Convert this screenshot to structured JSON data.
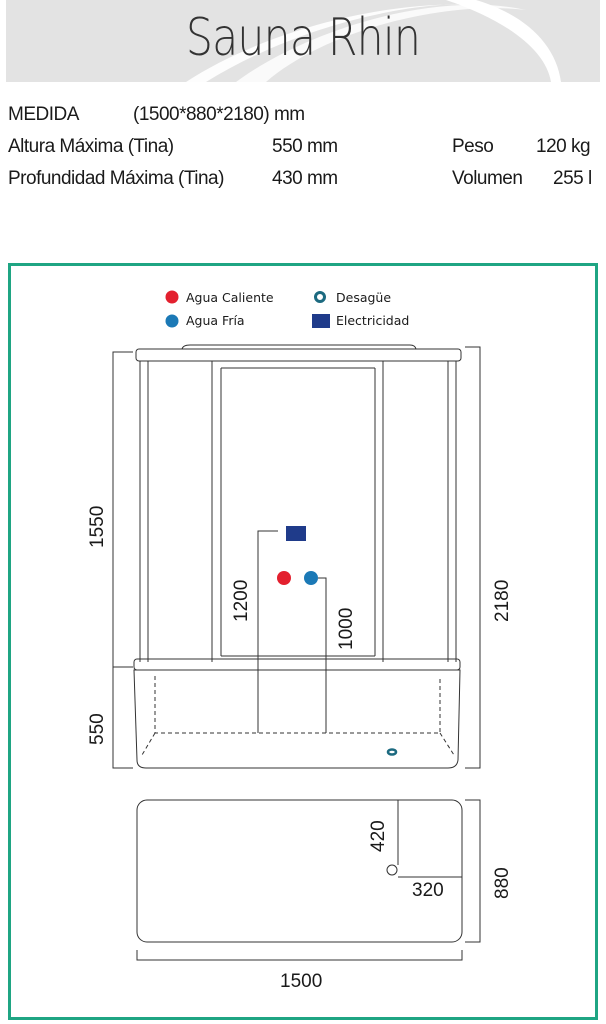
{
  "header": {
    "title": "Sauna Rhin"
  },
  "specs": {
    "medida_label": "MEDIDA",
    "medida_value": "(1500*880*2180) mm",
    "altura_label": "Altura Máxima (Tina)",
    "altura_value": "550 mm",
    "profundidad_label": "Profundidad Máxima (Tina)",
    "profundidad_value": "430 mm",
    "peso_label": "Peso",
    "peso_value": "120 kg",
    "volumen_label": "Volumen",
    "volumen_value": "255 l"
  },
  "legend": {
    "hot": "Agua Caliente",
    "cold": "Agua Fría",
    "drain": "Desagüe",
    "electric": "Electricidad"
  },
  "colors": {
    "hot": "#e3202e",
    "cold": "#1b79b6",
    "drain": "#1c6a80",
    "electric": "#1f3b8a",
    "frame": "#1fa583"
  },
  "dimensions": {
    "cabin_height": "1550",
    "tub_height": "550",
    "total_height": "2180",
    "electric_height": "1200",
    "water_height": "1000",
    "drain_depth": "420",
    "drain_side": "320",
    "depth": "880",
    "width": "1500"
  }
}
